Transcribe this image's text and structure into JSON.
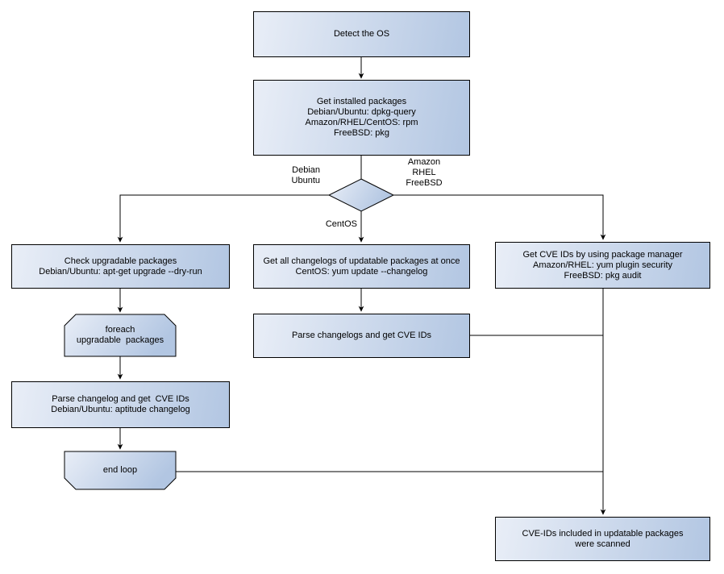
{
  "diagram": {
    "nodes": {
      "detect": {
        "label": "Detect the OS"
      },
      "get_installed": {
        "label": "Get installed packages\nDebian/Ubuntu: dpkg-query\nAmazon/RHEL/CentOS: rpm\nFreeBSD: pkg"
      },
      "check_upgradable": {
        "label": "Check upgradable packages\nDebian/Ubuntu: apt-get upgrade --dry-run"
      },
      "foreach_loop": {
        "label": "foreach\nupgradable  packages"
      },
      "parse_changelog_debian": {
        "label": "Parse changelog and get  CVE IDs\nDebian/Ubuntu: aptitude changelog"
      },
      "end_loop": {
        "label": "end loop"
      },
      "get_all_changelogs": {
        "label": "Get all changelogs of updatable packages at once\nCentOS: yum update --changelog"
      },
      "parse_changelogs": {
        "label": "Parse changelogs and get CVE IDs"
      },
      "get_cve_pkg_manager": {
        "label": "Get CVE IDs by using package manager\nAmazon/RHEL: yum plugin security\nFreeBSD: pkg audit"
      },
      "scanned_result": {
        "label": "CVE-IDs included in updatable packages\nwere scanned"
      }
    },
    "edge_labels": {
      "debian_ubuntu": "Debian\nUbuntu",
      "amazon_rhel_freebsd": "Amazon\nRHEL\nFreeBSD",
      "centos": "CentOS"
    },
    "colors": {
      "node_fill_light": "#e9eef7",
      "node_fill_dark": "#b2c6e2",
      "node_border": "#000000",
      "connector": "#000000",
      "text": "#000000",
      "background": "#ffffff"
    }
  }
}
